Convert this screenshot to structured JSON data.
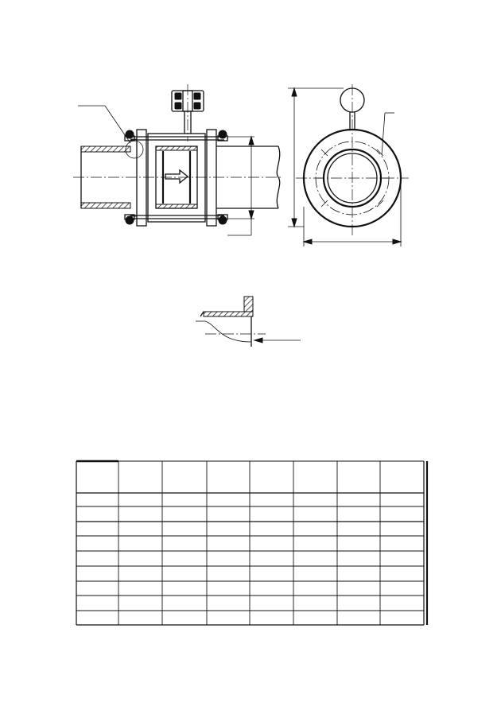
{
  "figure": {
    "text_labels": []
  },
  "table": {
    "columns": 8,
    "header_rows": 1,
    "body_rows": 9
  }
}
